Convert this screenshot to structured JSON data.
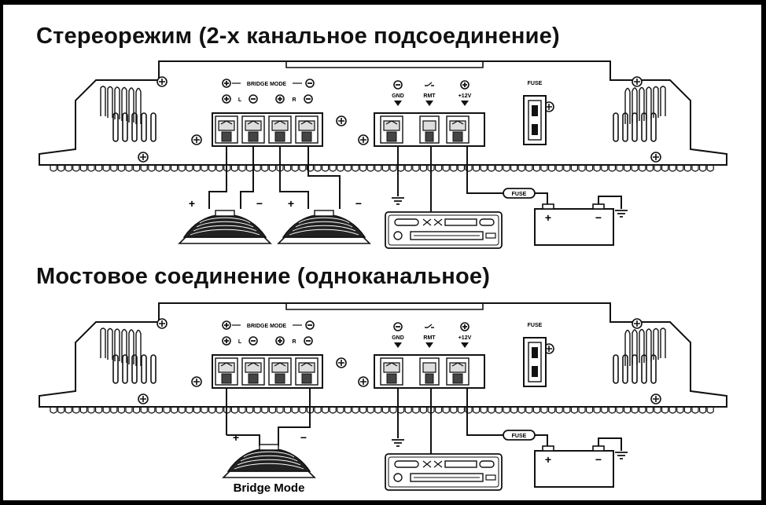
{
  "diagrams": [
    {
      "id": "stereo",
      "title": "Стереорежим (2-х канальное подсоединение)",
      "amp": {
        "bridge_mode": "BRIDGE MODE",
        "left": "L",
        "right": "R",
        "fuse": "FUSE",
        "gnd": "GND",
        "rmt": "RMT",
        "power": "+12V"
      },
      "inline_fuse": "FUSE",
      "speakers": [
        {
          "plus": "+",
          "minus": "−"
        },
        {
          "plus": "+",
          "minus": "−"
        }
      ],
      "battery": {
        "plus": "+",
        "minus": "−"
      },
      "speaker_caption": ""
    },
    {
      "id": "bridge",
      "title": "Мостовое соединение (одноканальное)",
      "amp": {
        "bridge_mode": "BRIDGE MODE",
        "left": "L",
        "right": "R",
        "fuse": "FUSE",
        "gnd": "GND",
        "rmt": "RMT",
        "power": "+12V"
      },
      "inline_fuse": "FUSE",
      "speakers": [
        {
          "plus": "+",
          "minus": "−"
        }
      ],
      "battery": {
        "plus": "+",
        "minus": "−"
      },
      "speaker_caption": "Bridge Mode"
    }
  ]
}
